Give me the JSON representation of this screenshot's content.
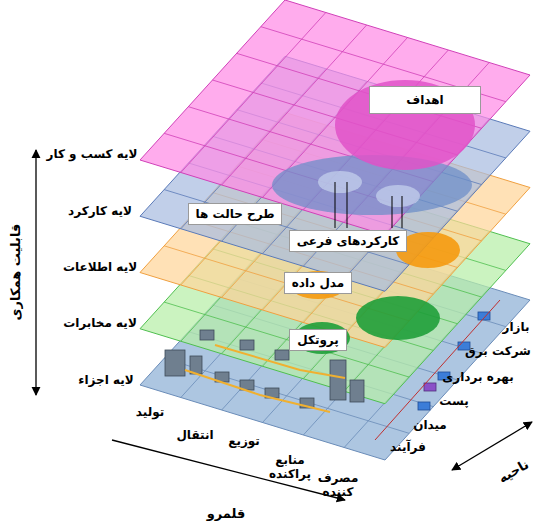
{
  "diagram": {
    "nodes": [
      {
        "text": [
          "اهداف"
        ]
      },
      {
        "text": [
          "طرح حالت ها"
        ]
      },
      {
        "text": [
          "کارکردهای فرعی"
        ]
      },
      {
        "text": [
          "مدل داده"
        ]
      },
      {
        "text": [
          "پروتکل"
        ]
      }
    ],
    "labels": [
      "قابلیت همکاری",
      "لایه کسب و کار",
      "لایه کارکرد",
      "لایه اطلاعات",
      "لایه مخابرات",
      "لایه اجزاء",
      "بازار",
      "شرکت برق",
      "بهره برداری",
      "پست",
      "میدان",
      "فرآیند",
      "ناحیه",
      "تولید",
      "انتقال",
      "توزیع",
      "منابع پراکنده",
      "مصرف کننده",
      "قلمرو"
    ]
  }
}
